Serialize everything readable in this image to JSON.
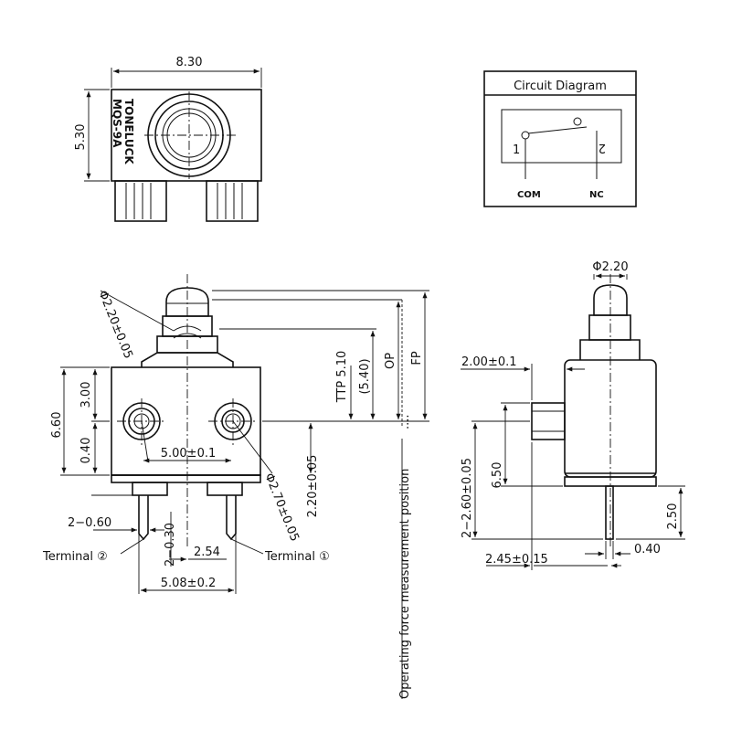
{
  "top_view": {
    "width_dim": "8.30",
    "height_dim": "5.30",
    "brand_text": "TONELUCK",
    "model_text": "MQS-9A"
  },
  "circuit": {
    "title": "Circuit Diagram",
    "pin1": "1",
    "pin2": "2",
    "com": "COM",
    "nc": "NC"
  },
  "front_view": {
    "plunger_dia": "Φ2.20±0.05",
    "dim_300": "3.00",
    "dim_660": "6.60",
    "dim_040": "0.40",
    "dim_500": "5.00±0.1",
    "hole_dia": "Φ2.70±0.05",
    "dim_220": "2.20±0.05",
    "ttp": "TTP 5.10",
    "dim_540": "(5.40)",
    "op": "OP",
    "fp": "FP",
    "dim_2x060": "2−0.60",
    "dim_2x030": "2−0.30",
    "dim_254": "2.54",
    "dim_508": "5.08±0.2",
    "terminal2": "Terminal ②",
    "terminal1": "Terminal ①",
    "operating_force": "Operating force measurement position"
  },
  "side_view": {
    "plunger_dia": "Φ2.20",
    "dim_200": "2.00±0.1",
    "dim_650": "6.50",
    "dim_2x260": "2−2.60±0.05",
    "dim_250": "2.50",
    "dim_040": "0.40",
    "dim_245": "2.45±0.15"
  },
  "colors": {
    "line": "#111111",
    "background": "#ffffff"
  }
}
